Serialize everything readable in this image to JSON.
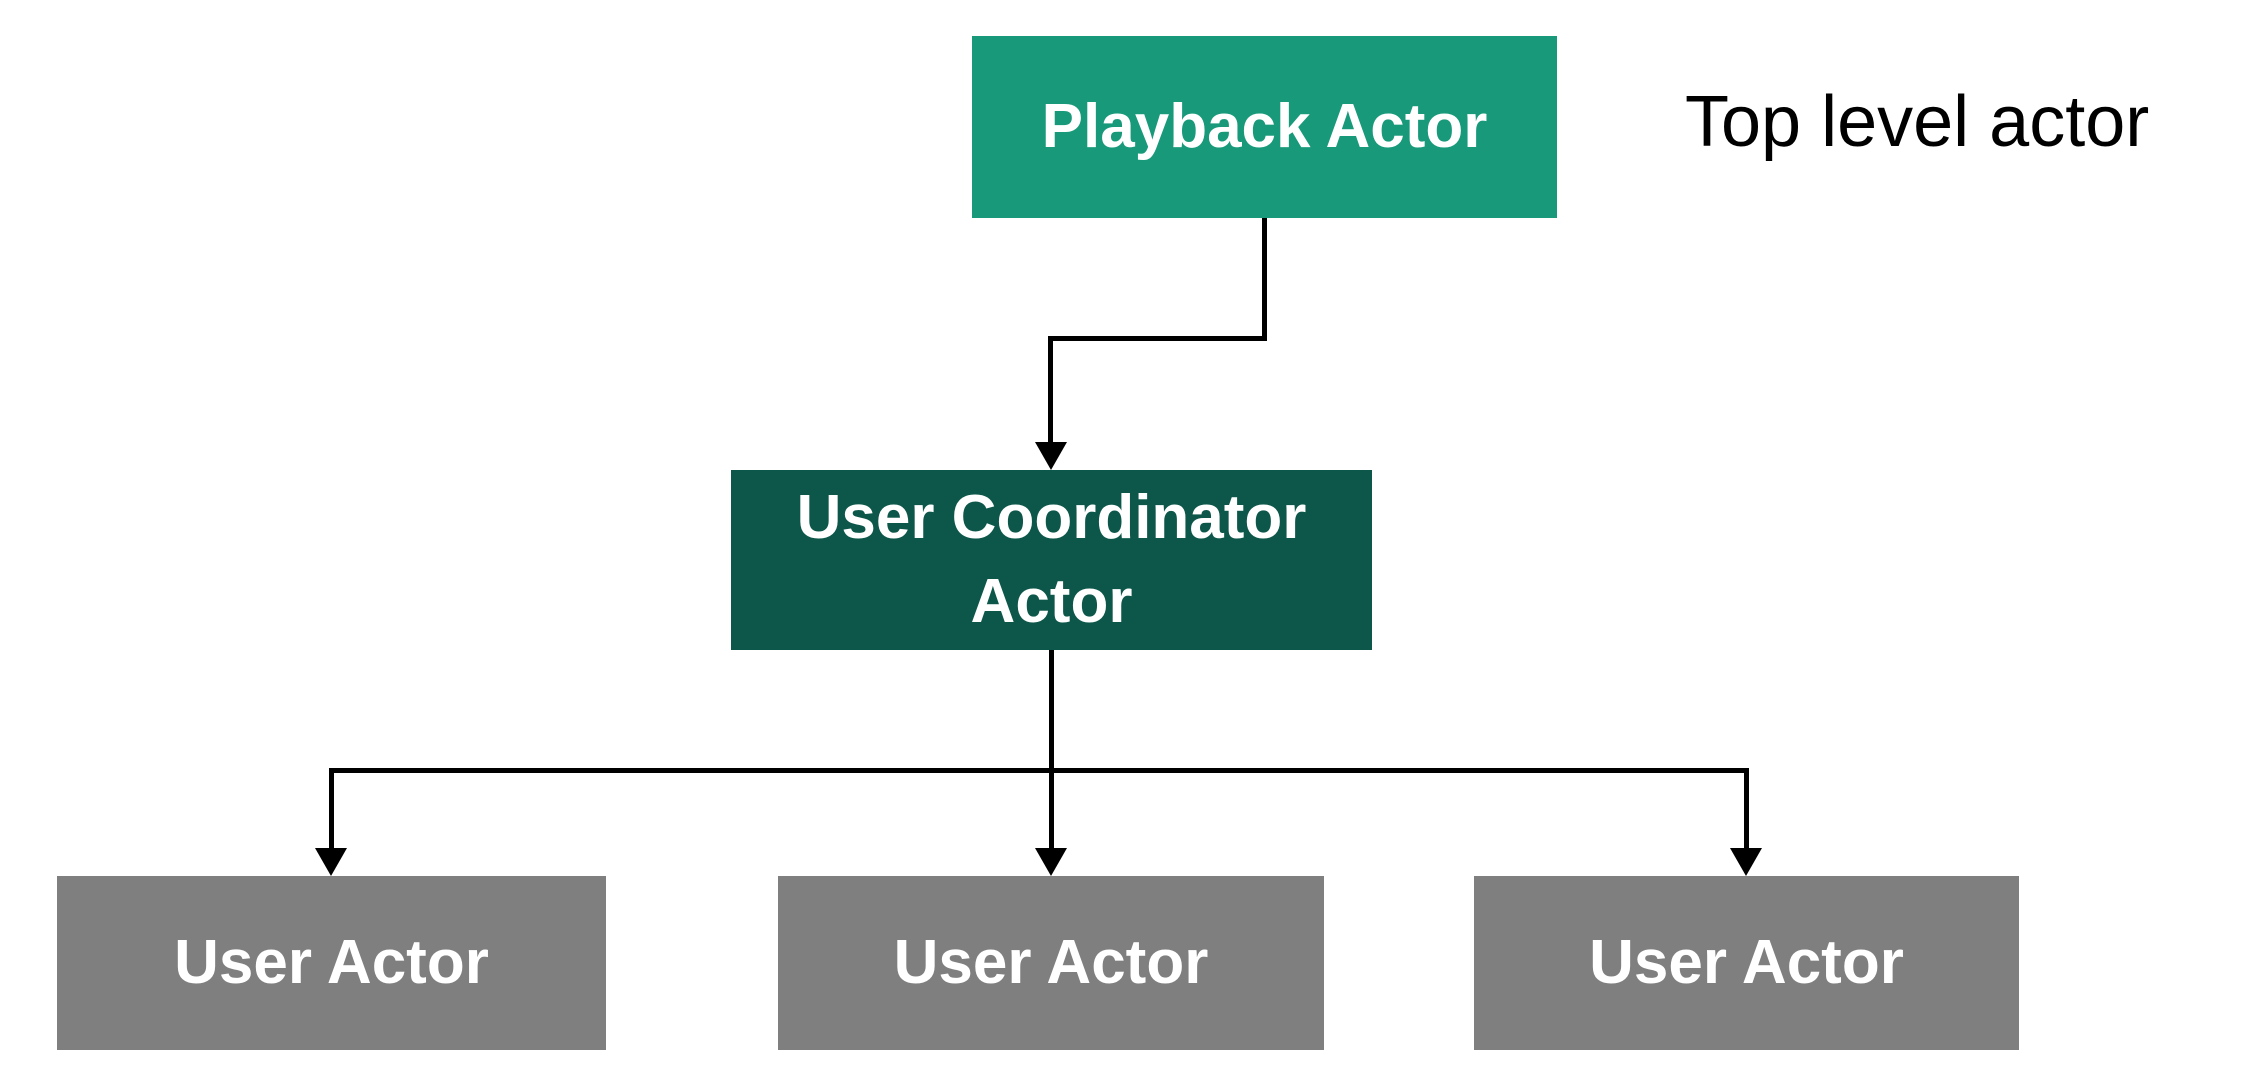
{
  "diagram": {
    "nodes": {
      "playback": {
        "label": "Playback Actor",
        "bg": "#17997a",
        "fg": "#ffffff"
      },
      "coordinator": {
        "label": "User Coordinator Actor",
        "bg": "#0d574a",
        "fg": "#ffffff"
      },
      "user1": {
        "label": "User Actor",
        "bg": "#7f7f7f",
        "fg": "#ffffff"
      },
      "user2": {
        "label": "User Actor",
        "bg": "#7f7f7f",
        "fg": "#ffffff"
      },
      "user3": {
        "label": "User Actor",
        "bg": "#7f7f7f",
        "fg": "#ffffff"
      }
    },
    "annotation": {
      "label": "Top level actor",
      "fg": "#000000"
    },
    "edge_color": "#000000",
    "background": "#ffffff"
  }
}
